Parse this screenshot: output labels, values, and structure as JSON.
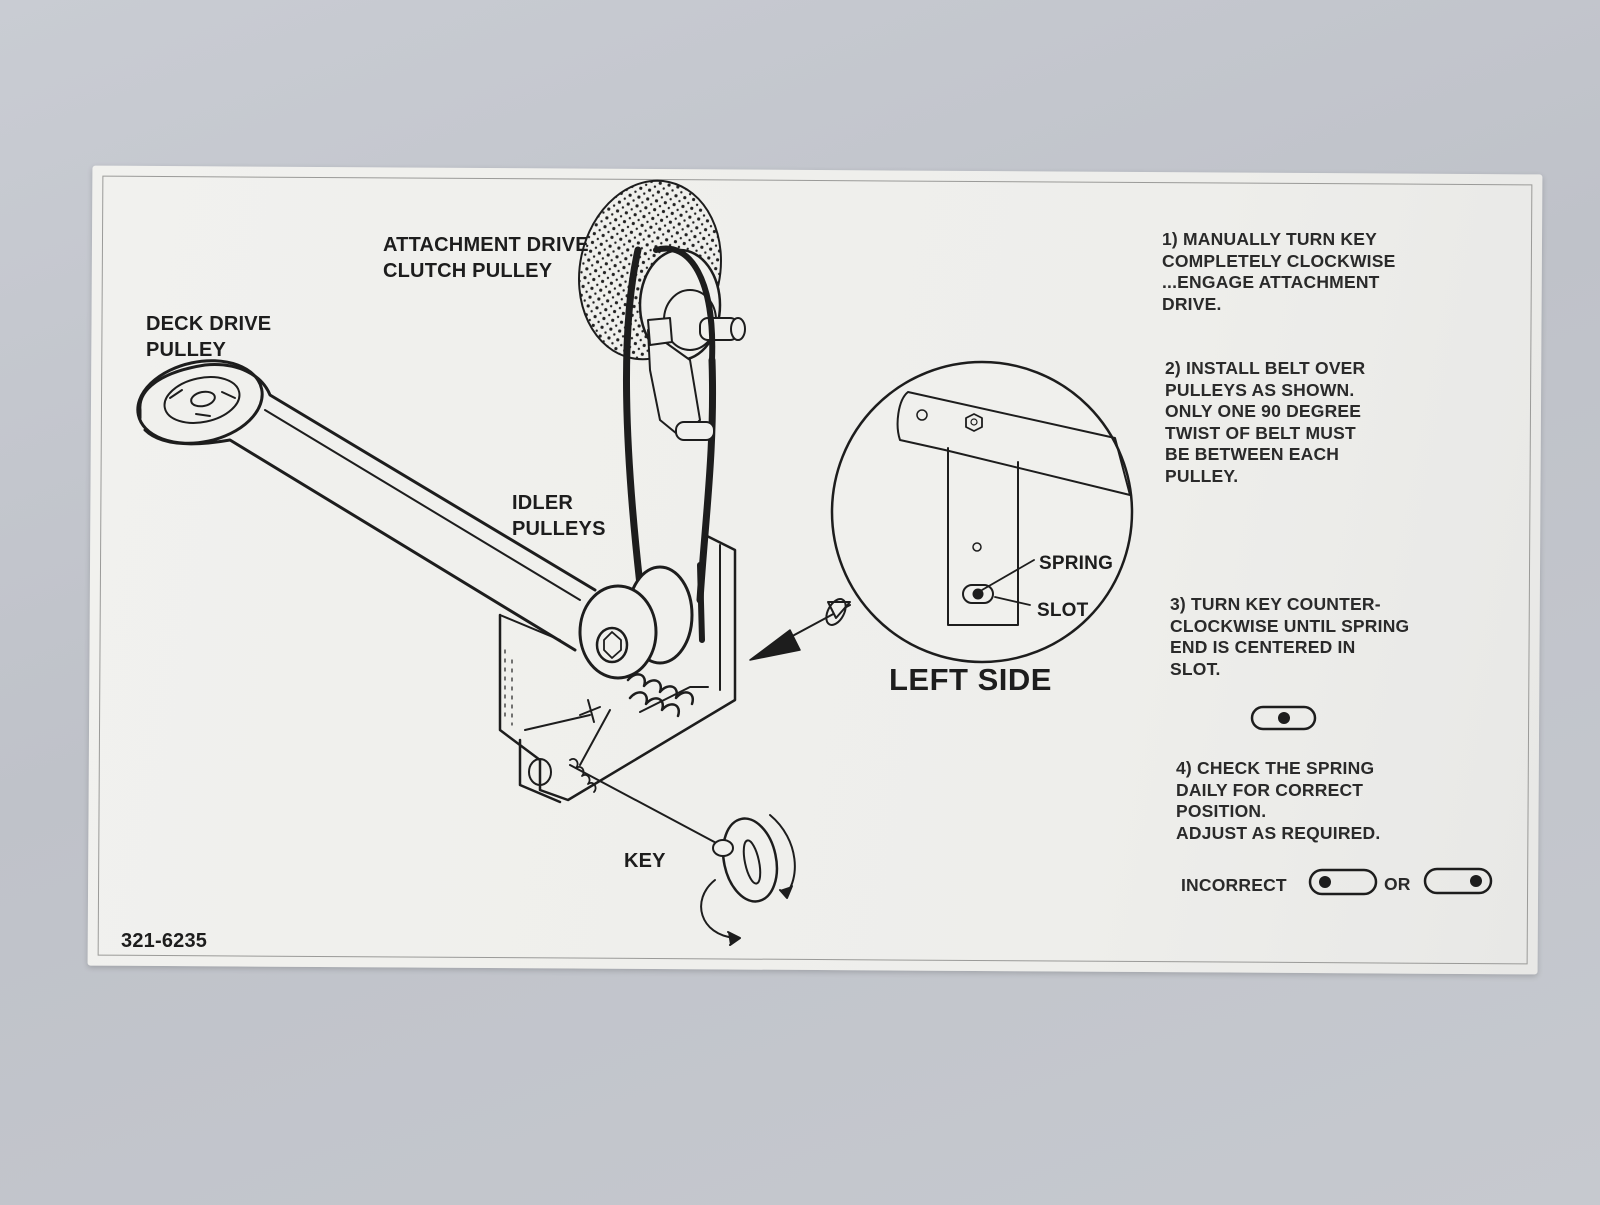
{
  "decal": {
    "part_number": "321-6235",
    "labels": {
      "attachment_drive_clutch_pulley": "ATTACHMENT DRIVE\nCLUTCH PULLEY",
      "deck_drive_pulley": "DECK DRIVE\nPULLEY",
      "idler_pulleys": "IDLER\nPULLEYS",
      "key": "KEY",
      "spring": "SPRING",
      "slot": "SLOT",
      "left_side": "LEFT SIDE"
    },
    "steps": [
      "1) MANUALLY TURN KEY\nCOMPLETELY CLOCKWISE\n...ENGAGE ATTACHMENT\nDRIVE.",
      "2) INSTALL BELT OVER\nPULLEYS AS SHOWN.\nONLY ONE 90 DEGREE\nTWIST OF BELT MUST\nBE BETWEEN EACH\nPULLEY.",
      "3) TURN KEY COUNTER-\nCLOCKWISE UNTIL SPRING\nEND IS CENTERED IN\nSLOT.",
      "4) CHECK THE SPRING\nDAILY FOR CORRECT\nPOSITION.\nADJUST AS REQUIRED."
    ],
    "incorrect_label": "INCORRECT",
    "or_label": "OR",
    "colors": {
      "ink": "#1d1d1d",
      "paper": "#f0f0ed",
      "background": "#c5c8ce"
    }
  }
}
